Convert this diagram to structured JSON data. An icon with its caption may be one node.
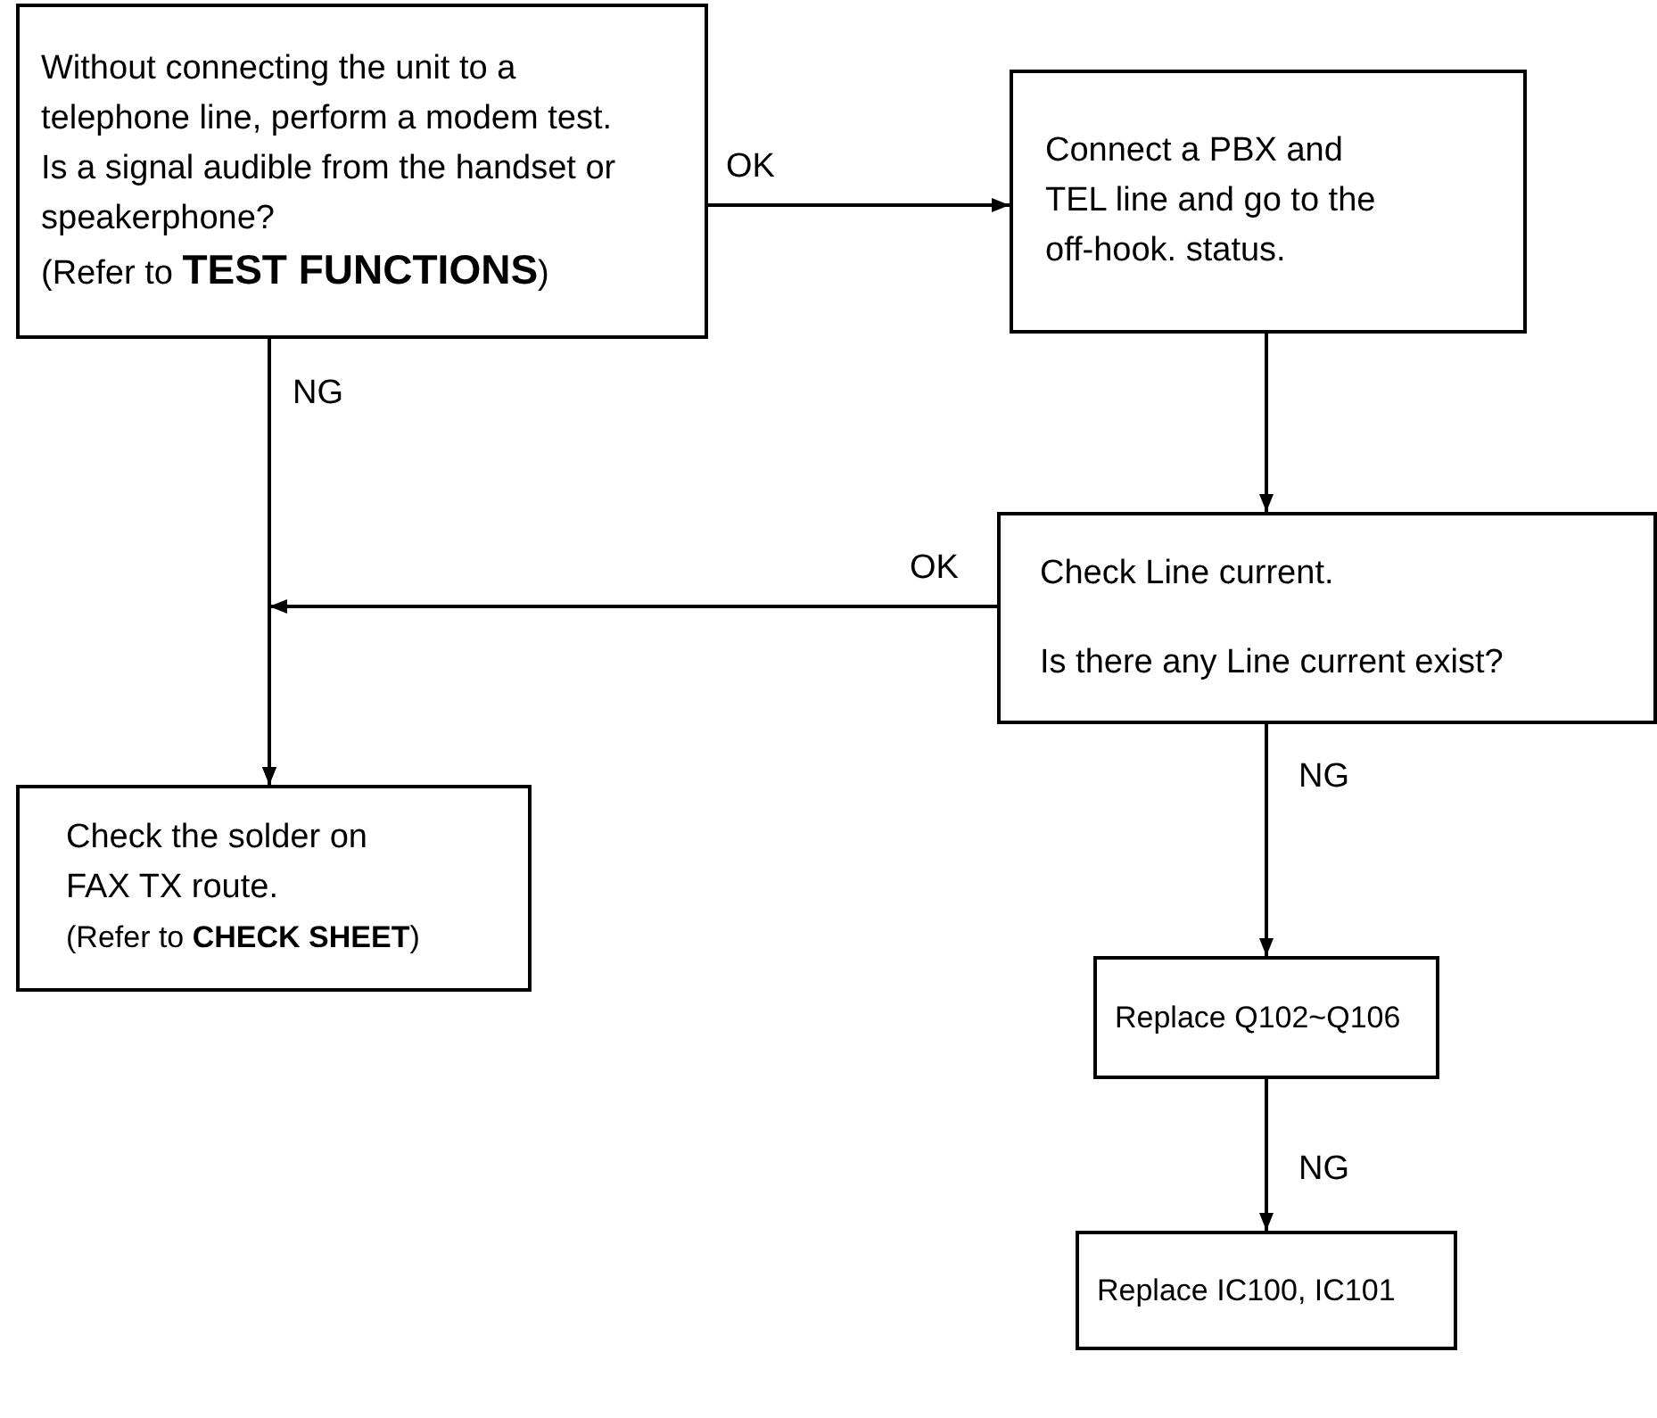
{
  "diagram": {
    "nodes": [
      {
        "text": [
          "Without connecting the unit to a telephone line, perform a modem test. Is a signal audible from the handset or speakerphone?",
          "(Refer to **TEST FUNCTIONS**)"
        ]
      },
      {
        "text": [
          "Connect a PBX and TEL line and go to the off-hook. status."
        ]
      },
      {
        "text": [
          "Check Line current.",
          "Is there any Line current exist?"
        ]
      },
      {
        "text": [
          "Check the solder on FAX TX route.",
          "(Refer to **CHECK SHEET**)"
        ]
      },
      {
        "text": [
          "Replace Q102~Q106"
        ]
      },
      {
        "text": [
          "Replace IC100, IC101"
        ]
      }
    ],
    "edges": [
      {
        "from": 0,
        "to": 1,
        "arrow": "to",
        "label": "OK"
      },
      {
        "from": 0,
        "to": 3,
        "arrow": "to",
        "label": "NG"
      },
      {
        "from": 1,
        "to": 2,
        "arrow": "to"
      },
      {
        "from": 2,
        "to": 3,
        "arrow": "to",
        "label": "OK"
      },
      {
        "from": 2,
        "to": 4,
        "arrow": "to",
        "label": "NG"
      },
      {
        "from": 4,
        "to": 5,
        "arrow": "to",
        "label": "NG"
      }
    ]
  }
}
